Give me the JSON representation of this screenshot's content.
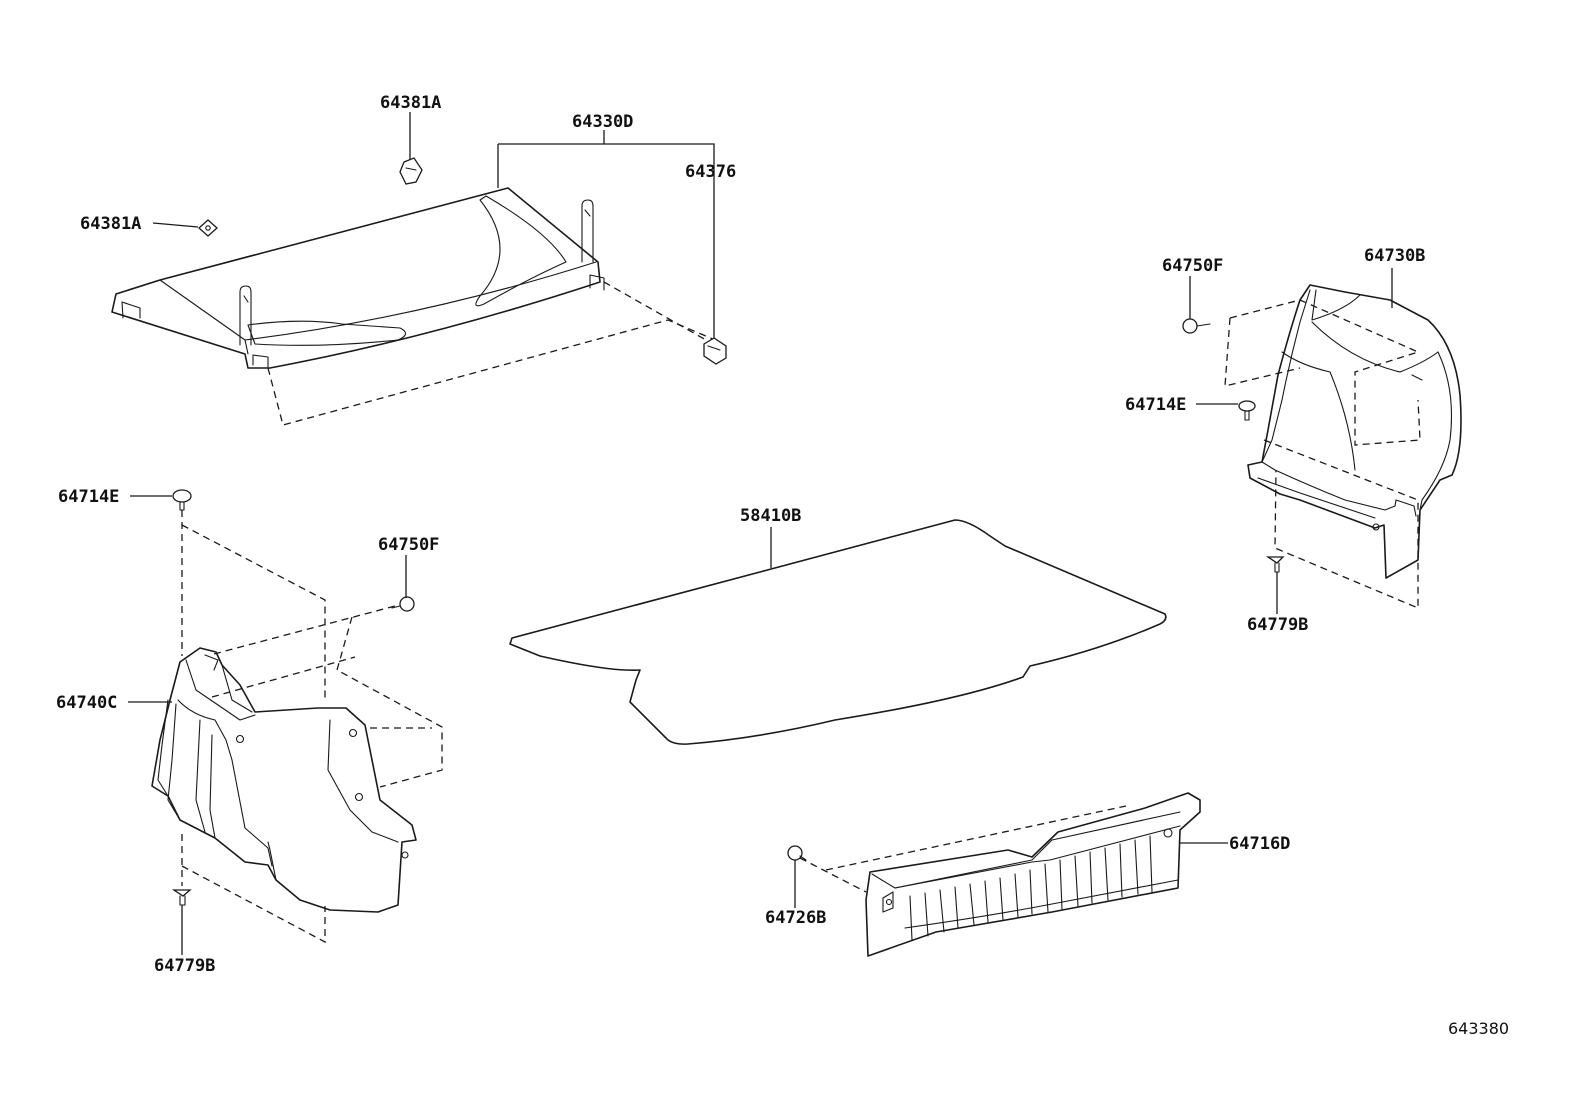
{
  "labels": {
    "l_64381A_top": "64381A",
    "l_64381A_left": "64381A",
    "l_64330D": "64330D",
    "l_64376": "64376",
    "l_64750F_right": "64750F",
    "l_64730B": "64730B",
    "l_64714E_right": "64714E",
    "l_64779B_right": "64779B",
    "l_64714E_left": "64714E",
    "l_64750F_left": "64750F",
    "l_64740C": "64740C",
    "l_64779B_left": "64779B",
    "l_58410B": "58410B",
    "l_64716D": "64716D",
    "l_64726B": "64726B"
  },
  "diagram_code": "643380"
}
